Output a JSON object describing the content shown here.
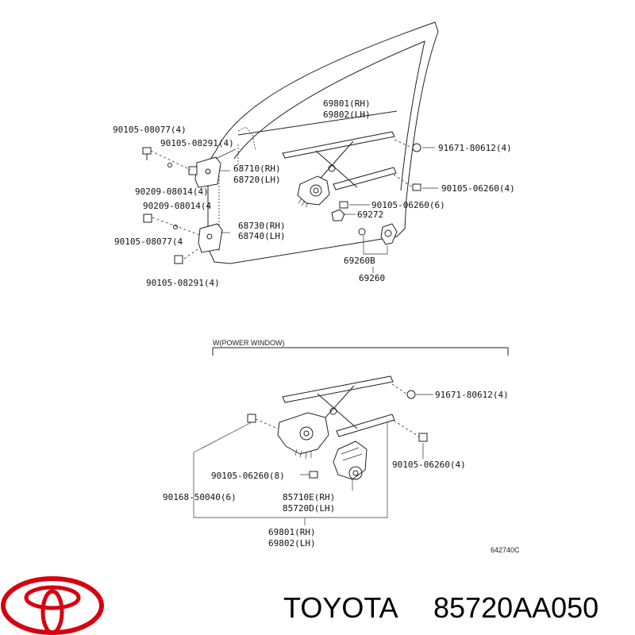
{
  "labels": {
    "upper": {
      "p69801_rh": "69801(RH)",
      "p69802_lh": "69802(LH)",
      "p90105_08077_a": "90105-08077(4)",
      "p90105_08291_a": "90105-08291(4)",
      "p91671_80612_a": "91671-80612(4)",
      "p68710": "68710(RH)",
      "p68720": "68720(LH)",
      "p90209_08014_a": "90209-08014(4)",
      "p90105_06260_a": "90105-06260(4)",
      "p90209_08014_b": "90209-08014(4",
      "p90105_06260_b": "90105-06260(6)",
      "p69272": "69272",
      "p90105_08077_b": "90105-08077(4",
      "p68730": "68730(RH)",
      "p68740": "68740(LH)",
      "p69260b": "69260B",
      "p69260": "69260",
      "p90105_08291_b": "90105-08291(4)"
    },
    "lower": {
      "section_title": "W(POWER WINDOW)",
      "p91671_80612_b": "91671-80612(4)",
      "p90105_06260_c": "90105-06260(4)",
      "p90105_06260_d": "90105-06260(8)",
      "p90168_50040": "90168-50040(6)",
      "p85710e": "85710E(RH)",
      "p85720d": "85720D(LH)",
      "p69801_rh_b": "69801(RH)",
      "p69802_lh_b": "69802(LH)"
    },
    "figure_code": "642740C"
  },
  "brand": {
    "name": "TOYOTA",
    "part_number": "85720AA050",
    "logo_color": "#d7000f"
  }
}
